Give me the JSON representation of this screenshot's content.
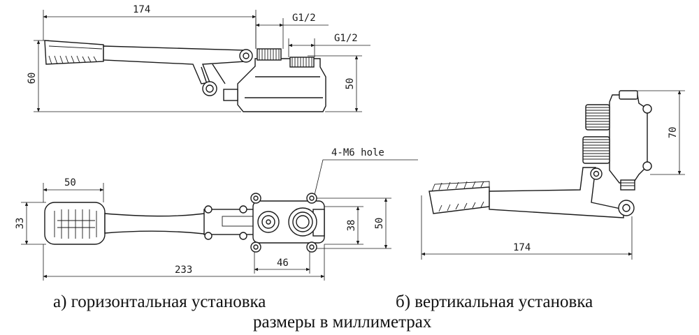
{
  "view_a_top": {
    "dim_length": "174",
    "dim_height": "60",
    "dim_body_height": "50",
    "thread_1": "G1/2",
    "thread_2": "G1/2"
  },
  "view_a_plan": {
    "dim_pedal_width": "50",
    "dim_pedal_height": "33",
    "dim_total_length": "233",
    "dim_hole_spacing": "46",
    "dim_body_38": "38",
    "dim_body_50": "50",
    "hole_note": "4-M6 hole"
  },
  "view_b": {
    "dim_length": "174",
    "dim_height": "70"
  },
  "captions": {
    "horizontal": "а) горизонтальная установка",
    "vertical": "б) вертикальная установка",
    "units": "размеры в миллиметрах"
  }
}
